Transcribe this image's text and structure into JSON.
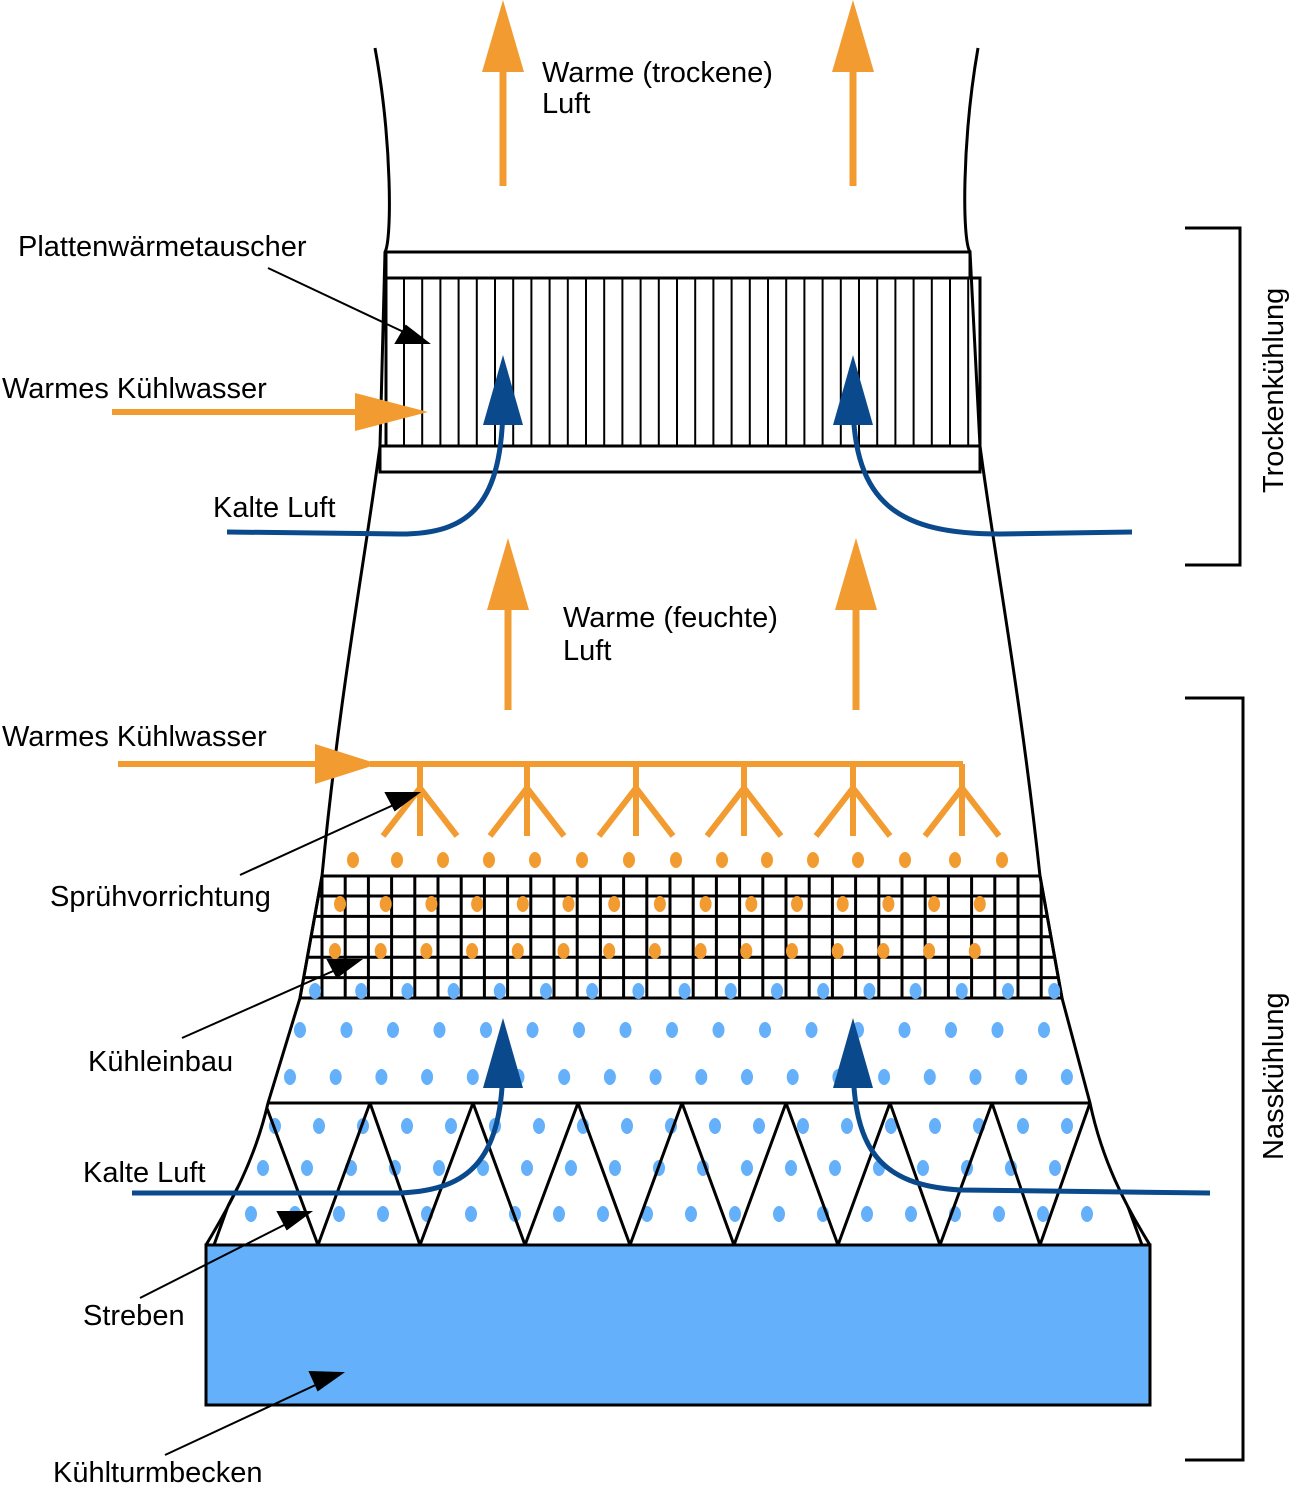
{
  "colors": {
    "warm": "#f29b30",
    "cold": "#0a4a8c",
    "droplet_cold": "#64b0fa",
    "droplet_warm": "#f29b30",
    "basin": "#64b0fa",
    "line": "#000000"
  },
  "labels": {
    "warm_dry_air_line1": "Warme (trockene)",
    "warm_dry_air_line2": "Luft",
    "plate_heat_exchanger": "Plattenwärmetauscher",
    "warm_cooling_water_top": "Warmes Kühlwasser",
    "cold_air_top": "Kalte Luft",
    "warm_humid_air_line1": "Warme (feuchte)",
    "warm_humid_air_line2": "Luft",
    "warm_cooling_water_bottom": "Warmes Kühlwasser",
    "spray_device": "Sprühvorrichtung",
    "cooling_fill": "Kühleinbau",
    "cold_air_bottom": "Kalte Luft",
    "struts": "Streben",
    "cooling_tower_basin": "Kühlturmbecken",
    "dry_cooling": "Trockenkühlung",
    "wet_cooling": "Nasskühlung"
  }
}
